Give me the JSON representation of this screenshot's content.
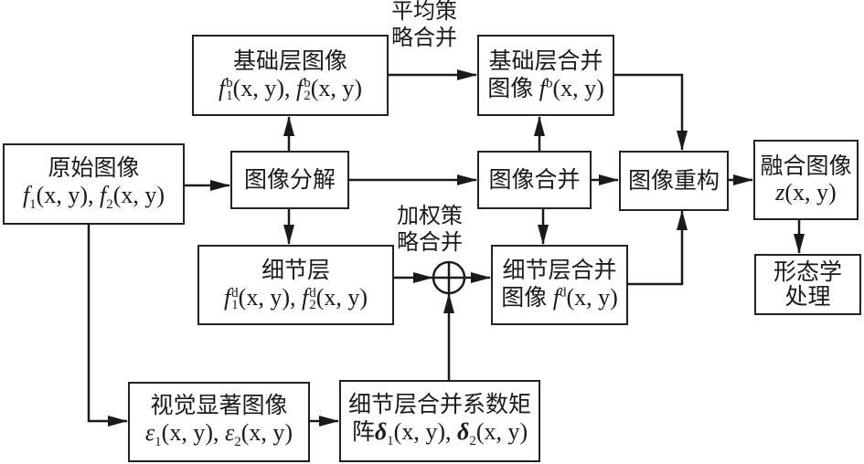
{
  "diagram": {
    "nodes": {
      "original": {
        "title": "原始图像",
        "formula": {
          "f": "f",
          "s1": "1",
          "s2": "2",
          "args": "(x, y)"
        }
      },
      "decompose": {
        "title": "图像分解"
      },
      "base": {
        "title": "基础层图像",
        "formula": {
          "f": "f",
          "sup": "b",
          "s1": "1",
          "s2": "2",
          "args": "(x, y)"
        }
      },
      "detail": {
        "title": "细节层",
        "formula": {
          "f": "f",
          "sup": "d",
          "s1": "1",
          "s2": "2",
          "args": "(x, y)"
        }
      },
      "saliency": {
        "title": "视觉显著图像",
        "formula": {
          "f": "ε",
          "s1": "1",
          "s2": "2",
          "args": "(x, y)"
        }
      },
      "coef": {
        "title": "细节层合并系数矩",
        "title2": "阵",
        "formula": {
          "f": "δ",
          "s1": "1",
          "s2": "2",
          "args": "(x, y)"
        }
      },
      "base_merged": {
        "title": "基础层合并",
        "title2": "图像",
        "formula": {
          "f": "f",
          "sup": "b",
          "args": "(x, y)"
        }
      },
      "merge": {
        "title": "图像合并"
      },
      "detail_merged": {
        "title": "细节层合并",
        "title2": "图像",
        "formula": {
          "f": "f",
          "sup": "d",
          "args": "(x, y)"
        }
      },
      "reconstruct": {
        "title": "图像重构"
      },
      "fused": {
        "title": "融合图像",
        "formula": {
          "f": "z",
          "args": "(x, y)"
        }
      },
      "morph": {
        "title": "形态学",
        "title2": "处理"
      }
    },
    "edge_labels": {
      "average": {
        "line1": "平均策",
        "line2": "略合并"
      },
      "weighted": {
        "line1": "加权策",
        "line2": "略合并"
      }
    },
    "operator_symbol": "⊕",
    "edges": [
      {
        "from": "original",
        "to": "decompose"
      },
      {
        "from": "decompose",
        "to": "base"
      },
      {
        "from": "decompose",
        "to": "detail"
      },
      {
        "from": "decompose",
        "to": "merge"
      },
      {
        "from": "base",
        "to": "base_merged",
        "label": "average"
      },
      {
        "from": "merge",
        "to": "base_merged"
      },
      {
        "from": "merge",
        "to": "detail_merged"
      },
      {
        "from": "merge",
        "to": "reconstruct"
      },
      {
        "from": "detail",
        "to": "sum_operator",
        "label": "weighted"
      },
      {
        "from": "coef",
        "to": "sum_operator"
      },
      {
        "from": "sum_operator",
        "to": "detail_merged"
      },
      {
        "from": "original",
        "to": "saliency"
      },
      {
        "from": "saliency",
        "to": "coef"
      },
      {
        "from": "base_merged",
        "to": "reconstruct"
      },
      {
        "from": "detail_merged",
        "to": "reconstruct"
      },
      {
        "from": "reconstruct",
        "to": "fused"
      },
      {
        "from": "fused",
        "to": "morph"
      }
    ]
  }
}
